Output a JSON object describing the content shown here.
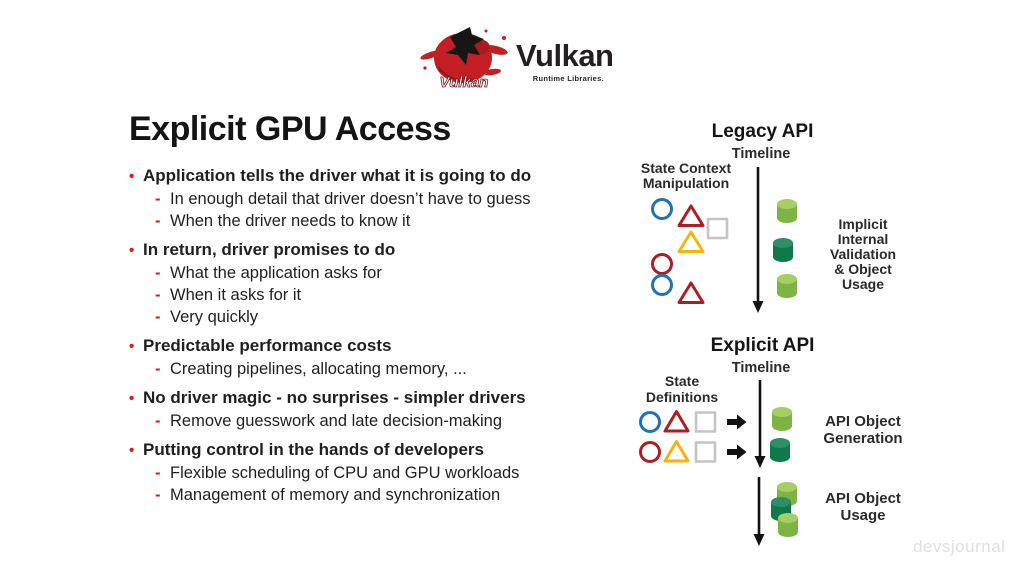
{
  "header": {
    "logo_text": "Vulkan",
    "brand": "Vulkan",
    "tagline": "Runtime Libraries."
  },
  "markers": {
    "bullet": "•",
    "dash": "-"
  },
  "slide": {
    "title": "Explicit GPU Access",
    "bullets": [
      {
        "text": "Application tells the driver what it is going to do",
        "subs": [
          "In enough detail that driver doesn’t have to guess",
          "When the driver needs to know it"
        ]
      },
      {
        "text": "In return, driver promises to do",
        "subs": [
          "What the application asks for",
          "When it asks for it",
          "Very quickly"
        ]
      },
      {
        "text": "Predictable performance costs",
        "subs": [
          "Creating pipelines, allocating memory, ..."
        ]
      },
      {
        "text": "No driver magic - no surprises - simpler drivers",
        "subs": [
          "Remove guesswork and late decision-making"
        ]
      },
      {
        "text": "Putting control in the hands of developers",
        "subs": [
          "Flexible scheduling of CPU and GPU workloads",
          "Management of memory and synchronization"
        ]
      }
    ]
  },
  "diagrams": {
    "legacy": {
      "title": "Legacy API",
      "timeline": "Timeline",
      "left_label": "State Context\nManipulation",
      "right_label": "Implicit\nInternal\nValidation\n& Object\nUsage",
      "shapes": [
        "blue-circle",
        "red-triangle",
        "gray-square",
        "yellow-triangle",
        "red-circle",
        "blue-circle",
        "red-triangle"
      ],
      "cylinders": [
        "light-green",
        "dark-green",
        "light-green"
      ]
    },
    "explicit": {
      "title": "Explicit API",
      "timeline": "Timeline",
      "left_label": "State\nDefinitions",
      "generation_label": "API Object\nGeneration",
      "usage_label": "API Object\nUsage",
      "rows": [
        {
          "shapes": [
            "blue-circle",
            "red-triangle",
            "gray-square"
          ],
          "result": "light-green-cylinder"
        },
        {
          "shapes": [
            "red-circle",
            "yellow-triangle",
            "gray-square"
          ],
          "result": "dark-green-cylinder"
        }
      ],
      "usage_cylinders": [
        "light-green",
        "dark-green",
        "light-green"
      ]
    }
  },
  "watermark": "devsjournal",
  "colors": {
    "accent_red": "#DD1A21",
    "text": "#1F1F1F",
    "shape_blue": "#2171B8",
    "shape_red": "#AA1F24",
    "shape_yellow": "#F6B40E",
    "shape_gray": "#C4C4C4",
    "cylinder_light": "#7CB543",
    "cylinder_light_top": "#A5CE63",
    "cylinder_dark": "#0E7A4A",
    "cylinder_dark_top": "#2E8E68",
    "logo_red": "#C41E25",
    "watermark_gray": "#DFDFDF",
    "arrow_black": "#111111"
  }
}
